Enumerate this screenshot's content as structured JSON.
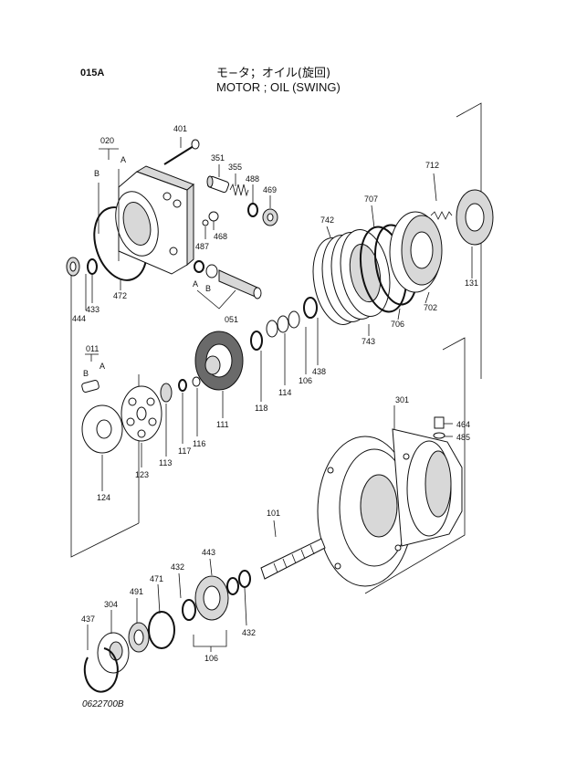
{
  "header": {
    "code": "015A",
    "title_jp": "モ−タ；オイル(旋回)",
    "title_en": "MOTOR ; OIL (SWING)"
  },
  "footer": {
    "drawing_no": "0622700B"
  },
  "callouts": {
    "p020": "020",
    "p401": "401",
    "p351": "351",
    "p355": "355",
    "p488": "488",
    "p469": "469",
    "p468": "468",
    "p487": "487",
    "p051": "051",
    "p712": "712",
    "p707": "707",
    "p742": "742",
    "p131": "131",
    "p702": "702",
    "p706": "706",
    "p743": "743",
    "p438": "438",
    "p106a": "106",
    "p114": "114",
    "p118": "118",
    "p011": "011",
    "p111": "111",
    "p116": "116",
    "p117": "117",
    "p113": "113",
    "p123": "123",
    "p124": "124",
    "p444": "444",
    "p433": "433",
    "p472": "472",
    "p301": "301",
    "p464": "464",
    "p485": "485",
    "p101": "101",
    "p443": "443",
    "p432a": "432",
    "p432b": "432",
    "p471": "471",
    "p491": "491",
    "p304": "304",
    "p437": "437",
    "p106b": "106"
  },
  "letters": {
    "a1": "A",
    "b1": "B",
    "a2": "A",
    "b2": "B",
    "a3": "A",
    "b3": "B"
  }
}
